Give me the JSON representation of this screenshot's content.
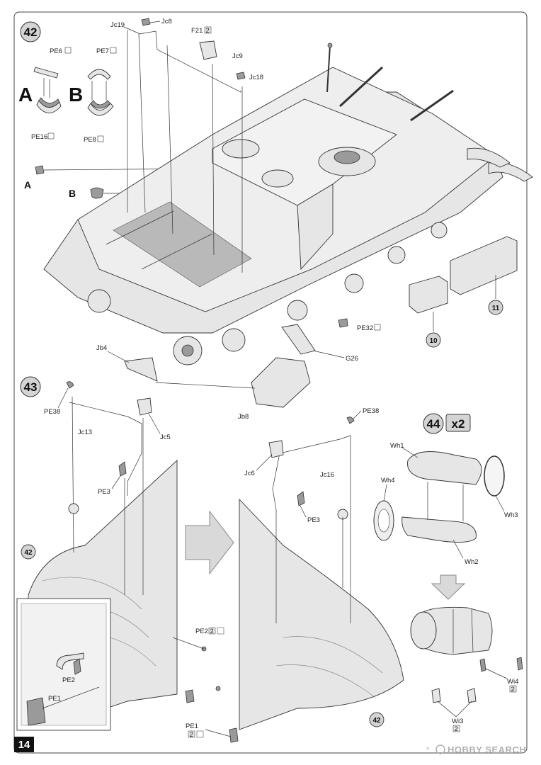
{
  "page_number": "14",
  "steps": [
    {
      "number": "42"
    },
    {
      "number": "43"
    },
    {
      "number": "44",
      "multiplier": "x2"
    }
  ],
  "variants": {
    "a": "A",
    "b": "B"
  },
  "callouts": {
    "ref_42_a": "42",
    "ref_42_b": "42",
    "ref_10": "10",
    "ref_11": "11"
  },
  "labels": {
    "pe6": "PE6",
    "pe7": "PE7",
    "pe16": "PE16",
    "pe8": "PE8",
    "jc19": "Jc19",
    "jc8": "Jc8",
    "f21": "F21",
    "jc9": "Jc9",
    "jc18": "Jc18",
    "pe32": "PE32",
    "g26": "G26",
    "jb4": "Jb4",
    "jb8": "Jb8",
    "pe38_a": "PE38",
    "jc13": "Jc13",
    "jc5": "Jc5",
    "pe3_a": "PE3",
    "pe38_b": "PE38",
    "jc6": "Jc6",
    "jc16": "Jc16",
    "pe3_b": "PE3",
    "pe2": "PE2",
    "pe2_inset": "PE2",
    "pe1_inset": "PE1",
    "pe1": "PE1",
    "wh1": "Wh1",
    "wh4": "Wh4",
    "wh3": "Wh3",
    "wh2": "Wh2",
    "wi4": "Wi4",
    "wi3": "Wi3"
  },
  "quantity_marks": {
    "pe2": "2",
    "pe1": "2",
    "wi4": "2",
    "wi3": "2",
    "f21": "2"
  },
  "watermark": {
    "brand": "HOBBY SEARCH",
    "registered": "®"
  }
}
